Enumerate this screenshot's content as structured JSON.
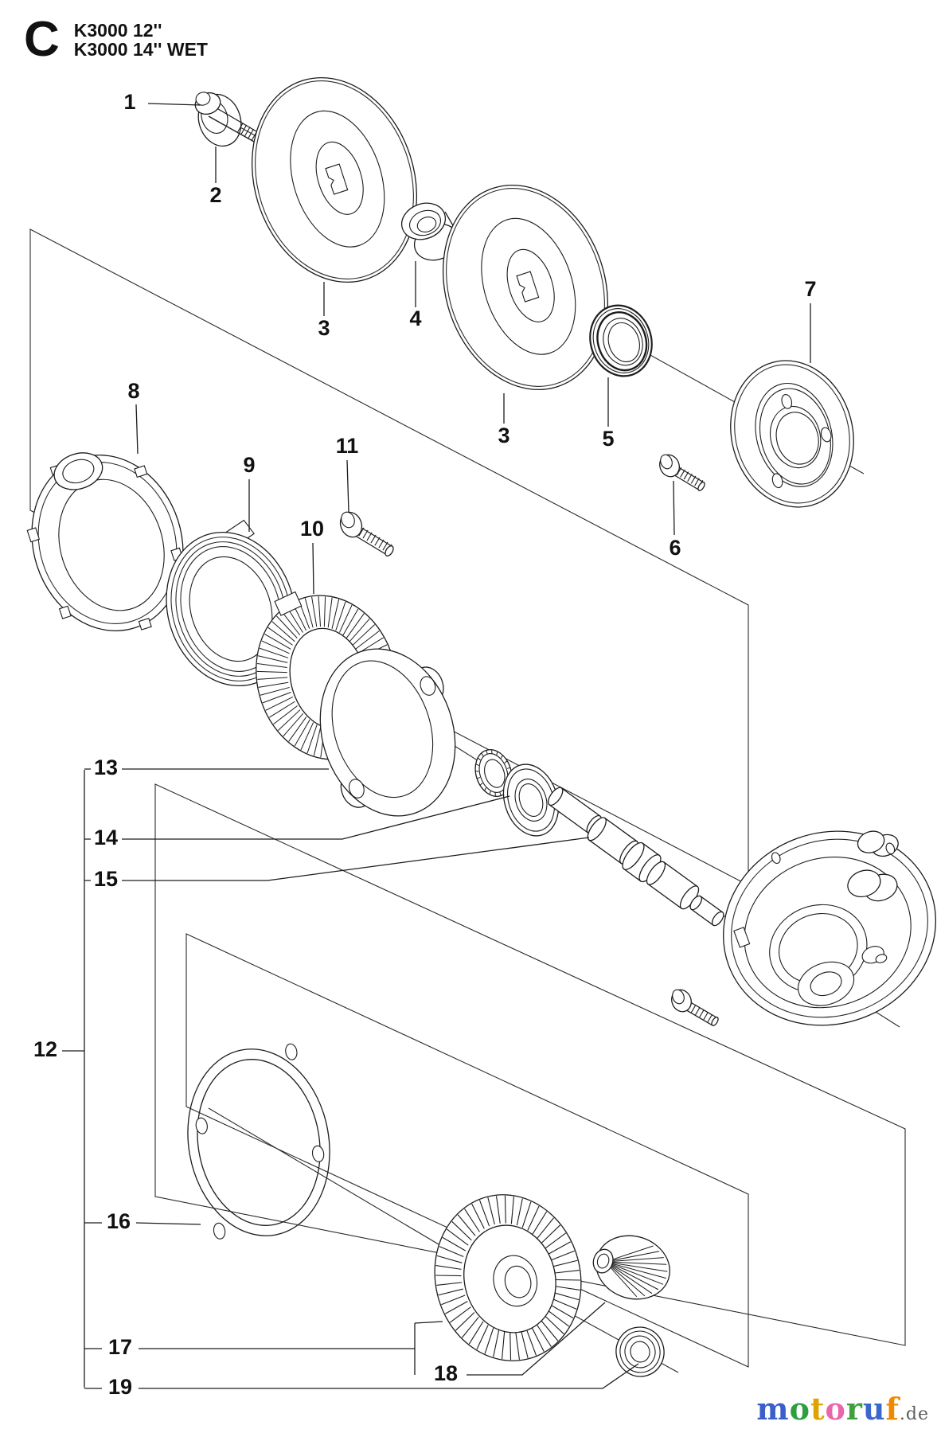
{
  "header": {
    "section_letter": "C",
    "model_line1": "K3000 12''",
    "model_line2": "K3000 14'' WET"
  },
  "callouts": [
    {
      "number": "1"
    },
    {
      "number": "2"
    },
    {
      "number": "3"
    },
    {
      "number": "4"
    },
    {
      "number": "3"
    },
    {
      "number": "5"
    },
    {
      "number": "6"
    },
    {
      "number": "7"
    },
    {
      "number": "8"
    },
    {
      "number": "9"
    },
    {
      "number": "10"
    },
    {
      "number": "11"
    },
    {
      "number": "12"
    },
    {
      "number": "13"
    },
    {
      "number": "14"
    },
    {
      "number": "15"
    },
    {
      "number": "16"
    },
    {
      "number": "17"
    },
    {
      "number": "18"
    },
    {
      "number": "19"
    }
  ],
  "watermark": {
    "letters": [
      {
        "char": "m",
        "color": "#3b5fc9"
      },
      {
        "char": "o",
        "color": "#2f9e3f"
      },
      {
        "char": "t",
        "color": "#dfa300"
      },
      {
        "char": "o",
        "color": "#e966ad"
      },
      {
        "char": "r",
        "color": "#3da23d"
      },
      {
        "char": "u",
        "color": "#3b66cc"
      },
      {
        "char": "f",
        "color": "#ef8a00"
      }
    ],
    "suffix": ".de",
    "suffix_color": "#5f5f5f"
  },
  "diagram": {
    "line_color": "#1c1c1c",
    "background": "#ffffff"
  }
}
